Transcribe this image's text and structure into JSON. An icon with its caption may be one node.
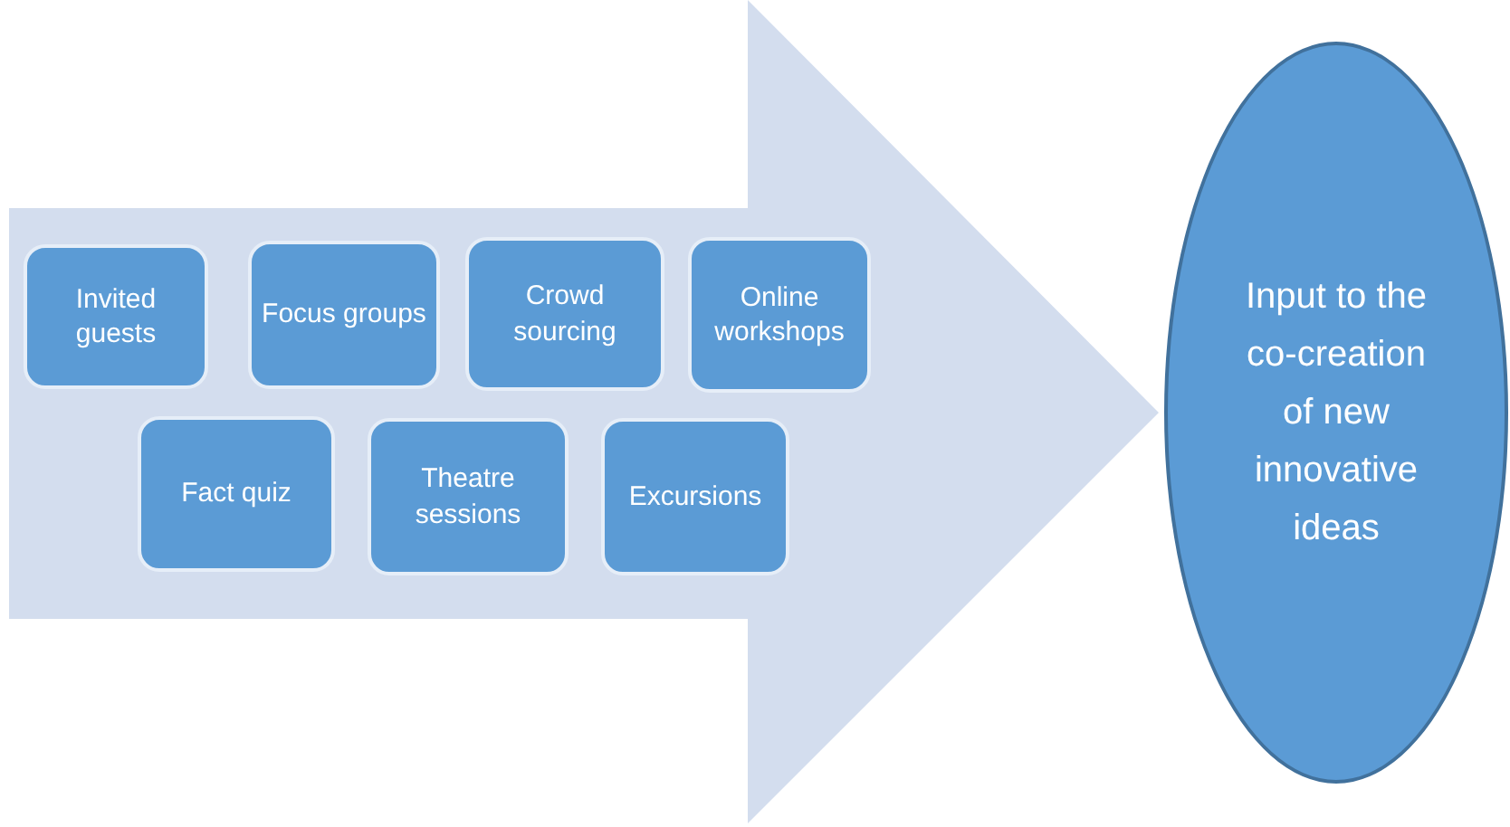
{
  "diagram": {
    "nodes": [
      {
        "text": [],
        "shape": "arrow"
      },
      {
        "text": [
          "Invited guests"
        ],
        "in": 0
      },
      {
        "text": [
          "Focus groups"
        ],
        "in": 0
      },
      {
        "text": [
          "Crowd sourcing"
        ],
        "in": 0
      },
      {
        "text": [
          "Online workshops"
        ],
        "in": 0
      },
      {
        "text": [
          "Fact quiz"
        ],
        "in": 0
      },
      {
        "text": [
          "Theatre sessions"
        ],
        "in": 0
      },
      {
        "text": [
          "Excursions"
        ],
        "in": 0
      },
      {
        "text": [
          "Input to the co-creation of new innovative ideas"
        ]
      }
    ]
  }
}
